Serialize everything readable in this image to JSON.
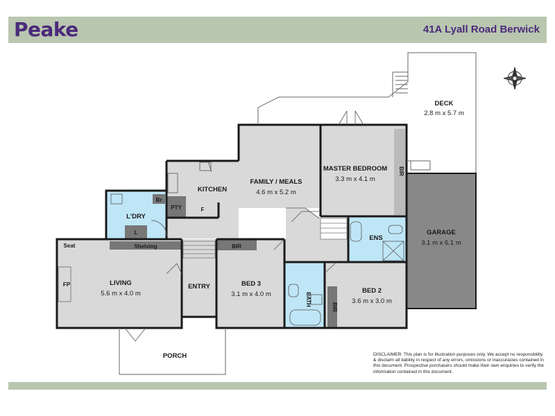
{
  "header": {
    "brand": "Peake",
    "address": "41A Lyall Road Berwick"
  },
  "colors": {
    "bar": "#b9c6b0",
    "brand": "#4b2a7a",
    "room": "#d9d9d9",
    "wet": "#bfe6f6",
    "garage": "#888888",
    "wall": "#1a1a1a"
  },
  "icons": {
    "compass": "compass-icon"
  },
  "rooms": {
    "deck": {
      "name": "DECK",
      "dims": "2.8 m x 5.7 m"
    },
    "family": {
      "name": "FAMILY / MEALS",
      "dims": "4.6 m x 5.2 m"
    },
    "master": {
      "name": "MASTER BEDROOM",
      "dims": "3.3 m x 4.1 m"
    },
    "kitchen": {
      "name": "KITCHEN"
    },
    "laundry": {
      "name": "L'DRY"
    },
    "garage": {
      "name": "GARAGE",
      "dims": "3.1 m x 6.1 m"
    },
    "ensuite": {
      "name": "ENS"
    },
    "living": {
      "name": "LIVING",
      "dims": "5.6 m x 4.0 m"
    },
    "entry": {
      "name": "ENTRY"
    },
    "bed3": {
      "name": "BED 3",
      "dims": "3.1 m x 4.0 m"
    },
    "bath": {
      "name": "BATH"
    },
    "bed2": {
      "name": "BED 2",
      "dims": "3.6 m x 3.0 m"
    },
    "porch": {
      "name": "PORCH"
    }
  },
  "labels": {
    "pty": "PTY",
    "fridge": "F",
    "br": "Br",
    "l": "L",
    "seat": "Seat",
    "shelving": "Shelving",
    "fp": "FP",
    "bir": "BIR"
  },
  "disclaimer": "DISCLAIMER: This plan is for illustration purposes only. We accept no responsibility & disclaim all liability in respect of any errors, omissions or inaccuracies contained in this document. Prospective purchasers should make their own enquiries to verify the information contained in this document."
}
